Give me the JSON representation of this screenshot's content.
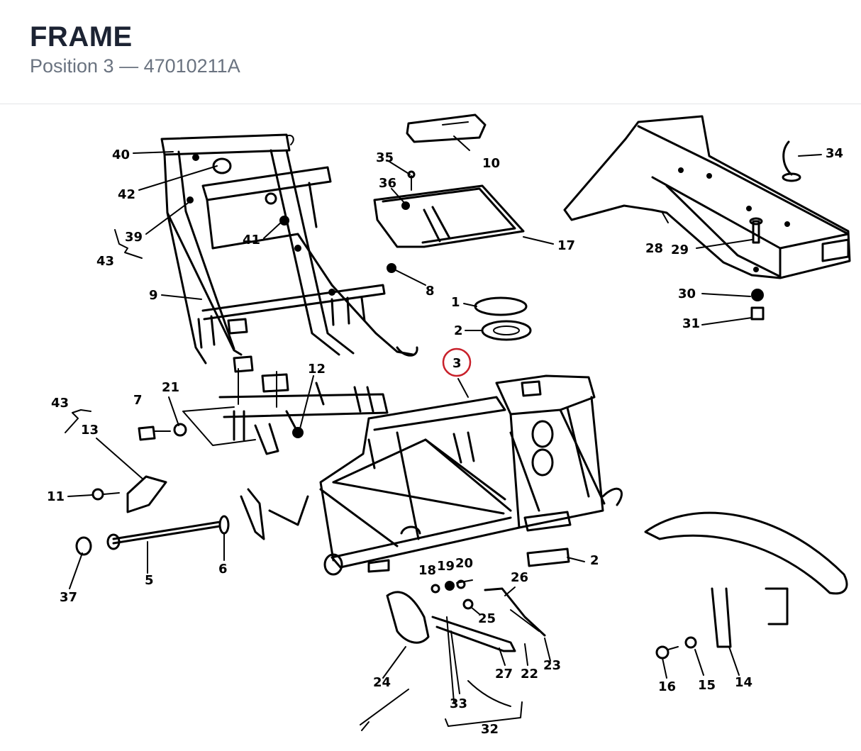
{
  "header": {
    "title": "FRAME",
    "subtitle": "Position 3 — 47010211A"
  },
  "diagram": {
    "highlighted_part": "3",
    "highlight_color": "#c8202a",
    "callouts": [
      {
        "id": "1",
        "label": "1"
      },
      {
        "id": "2a",
        "label": "2"
      },
      {
        "id": "2b",
        "label": "2"
      },
      {
        "id": "3",
        "label": "3"
      },
      {
        "id": "5",
        "label": "5"
      },
      {
        "id": "6",
        "label": "6"
      },
      {
        "id": "7",
        "label": "7"
      },
      {
        "id": "8",
        "label": "8"
      },
      {
        "id": "9",
        "label": "9"
      },
      {
        "id": "10",
        "label": "10"
      },
      {
        "id": "11",
        "label": "11"
      },
      {
        "id": "12",
        "label": "12"
      },
      {
        "id": "13",
        "label": "13"
      },
      {
        "id": "14",
        "label": "14"
      },
      {
        "id": "15",
        "label": "15"
      },
      {
        "id": "16",
        "label": "16"
      },
      {
        "id": "17",
        "label": "17"
      },
      {
        "id": "18",
        "label": "18"
      },
      {
        "id": "19",
        "label": "19"
      },
      {
        "id": "20",
        "label": "20"
      },
      {
        "id": "21",
        "label": "21"
      },
      {
        "id": "22",
        "label": "22"
      },
      {
        "id": "23",
        "label": "23"
      },
      {
        "id": "24",
        "label": "24"
      },
      {
        "id": "25",
        "label": "25"
      },
      {
        "id": "26",
        "label": "26"
      },
      {
        "id": "27",
        "label": "27"
      },
      {
        "id": "28",
        "label": "28"
      },
      {
        "id": "29",
        "label": "29"
      },
      {
        "id": "30",
        "label": "30"
      },
      {
        "id": "31",
        "label": "31"
      },
      {
        "id": "32",
        "label": "32"
      },
      {
        "id": "33",
        "label": "33"
      },
      {
        "id": "34",
        "label": "34"
      },
      {
        "id": "35",
        "label": "35"
      },
      {
        "id": "36",
        "label": "36"
      },
      {
        "id": "37",
        "label": "37"
      },
      {
        "id": "39",
        "label": "39"
      },
      {
        "id": "40",
        "label": "40"
      },
      {
        "id": "41",
        "label": "41"
      },
      {
        "id": "42",
        "label": "42"
      },
      {
        "id": "43a",
        "label": "43"
      },
      {
        "id": "43b",
        "label": "43"
      }
    ]
  }
}
